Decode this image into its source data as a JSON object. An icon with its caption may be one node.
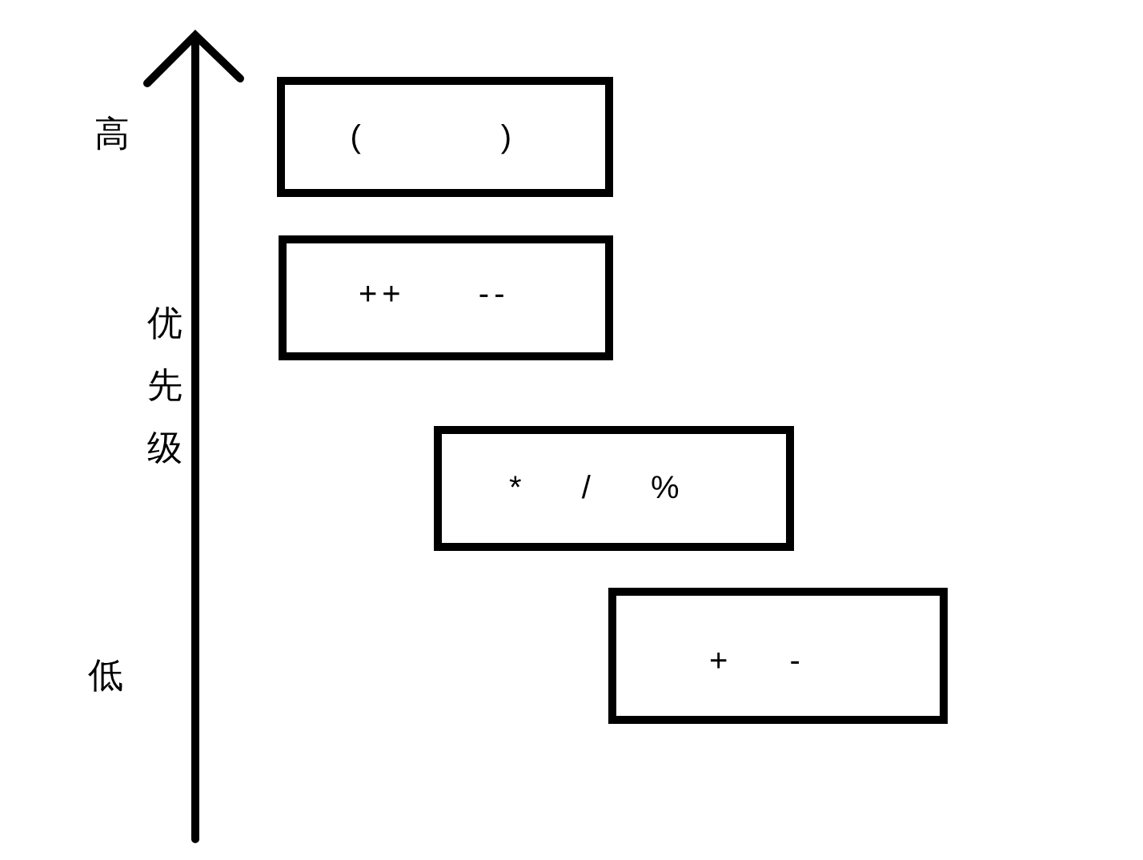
{
  "diagram": {
    "nodes": [
      {
        "text": [
          "( )"
        ]
      },
      {
        "text": [
          "++ --"
        ]
      },
      {
        "text": [
          "* / %"
        ]
      },
      {
        "text": [
          "+ -"
        ]
      }
    ],
    "labels": [
      "高",
      "优先级",
      "低"
    ]
  }
}
